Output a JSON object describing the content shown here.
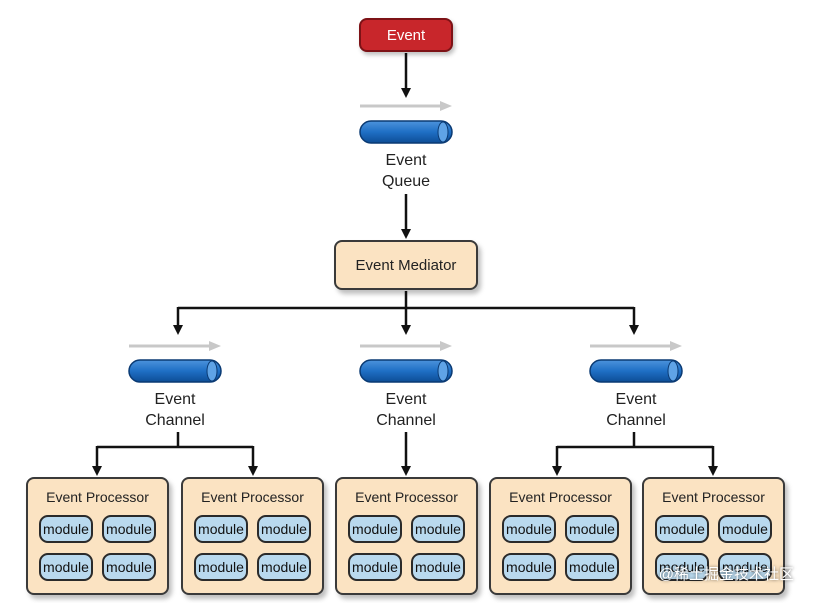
{
  "event": {
    "label": "Event"
  },
  "queue": {
    "line1": "Event",
    "line2": "Queue"
  },
  "mediator": {
    "label": "Event Mediator"
  },
  "channels": [
    {
      "line1": "Event",
      "line2": "Channel"
    },
    {
      "line1": "Event",
      "line2": "Channel"
    },
    {
      "line1": "Event",
      "line2": "Channel"
    }
  ],
  "processors": [
    {
      "title": "Event Processor",
      "modules": [
        "module",
        "module",
        "module",
        "module"
      ]
    },
    {
      "title": "Event Processor",
      "modules": [
        "module",
        "module",
        "module",
        "module"
      ]
    },
    {
      "title": "Event Processor",
      "modules": [
        "module",
        "module",
        "module",
        "module"
      ]
    },
    {
      "title": "Event Processor",
      "modules": [
        "module",
        "module",
        "module",
        "module"
      ]
    },
    {
      "title": "Event Processor",
      "modules": [
        "module",
        "module",
        "module",
        "module"
      ]
    }
  ],
  "watermark": "@稀土掘金技术社区",
  "colors": {
    "event": "#c8262b",
    "pipe": "#1f6fc5",
    "box": "#fbe3c2",
    "module": "#b9d9ee"
  }
}
